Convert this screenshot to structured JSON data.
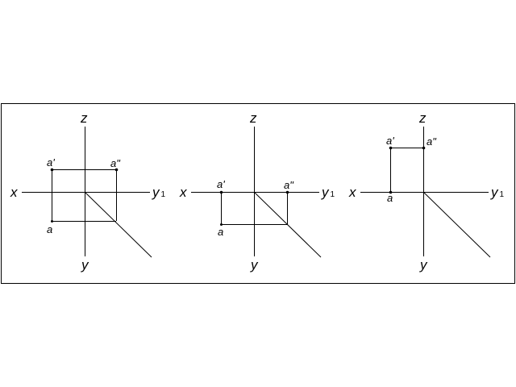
{
  "labels": {
    "x": "x",
    "z": "z",
    "y": "y",
    "y1": "y",
    "y1_sub": "1",
    "a": "a",
    "a_prime": "a'",
    "a_dprime": "a\""
  },
  "colors": {
    "line": "#000000",
    "background": "#ffffff"
  }
}
